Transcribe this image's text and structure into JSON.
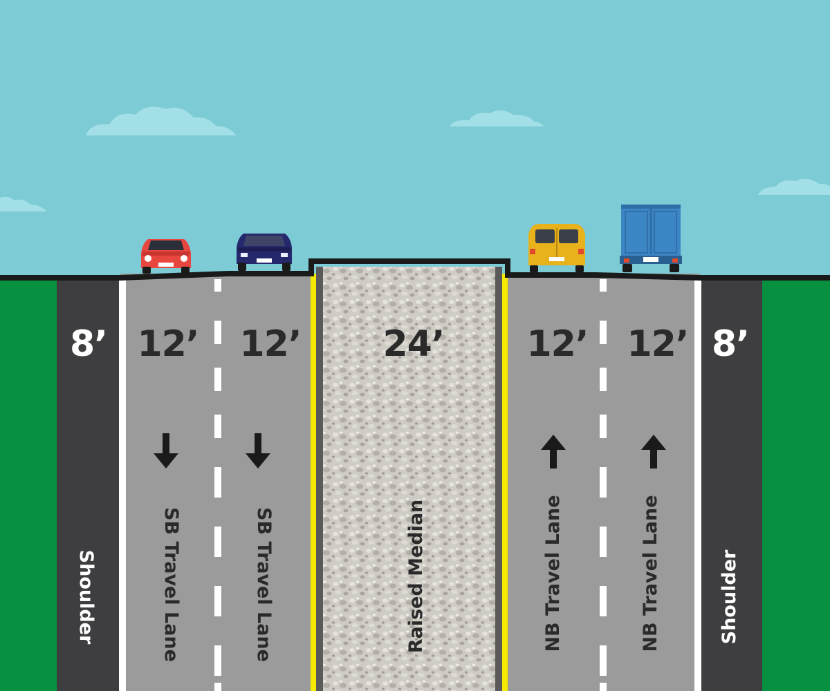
{
  "colors": {
    "sky": "#7ccbd5",
    "grass": "#07903f",
    "shoulder": "#3e3e40",
    "lane": "#9b9b9b",
    "median": "#c9c5bf",
    "edge_line": "#ffffff",
    "center_line": "#f5ea00",
    "text_dark": "#2a2a2a",
    "text_light": "#ffffff"
  },
  "sections": [
    {
      "id": "shoulder-left",
      "width_label": "8’",
      "name": "Shoulder",
      "direction": null
    },
    {
      "id": "sb-lane-1",
      "width_label": "12’",
      "name": "SB Travel Lane",
      "direction": "down"
    },
    {
      "id": "sb-lane-2",
      "width_label": "12’",
      "name": "SB Travel Lane",
      "direction": "down"
    },
    {
      "id": "median",
      "width_label": "24’",
      "name": "Raised  Median",
      "direction": null
    },
    {
      "id": "nb-lane-1",
      "width_label": "12’",
      "name": "NB Travel Lane",
      "direction": "up"
    },
    {
      "id": "nb-lane-2",
      "width_label": "12’",
      "name": "NB Travel Lane",
      "direction": "up"
    },
    {
      "id": "shoulder-right",
      "width_label": "8’",
      "name": "Shoulder",
      "direction": null
    }
  ],
  "vehicles": [
    {
      "type": "car",
      "color": "#e8473f",
      "view": "front"
    },
    {
      "type": "car",
      "color": "#26286e",
      "view": "front"
    },
    {
      "type": "van",
      "color": "#e8b21d",
      "view": "rear"
    },
    {
      "type": "box-truck",
      "color": "#3d86c6",
      "view": "rear"
    }
  ],
  "icons": [
    "cloud-icon",
    "arrow-down-icon",
    "arrow-up-icon"
  ]
}
